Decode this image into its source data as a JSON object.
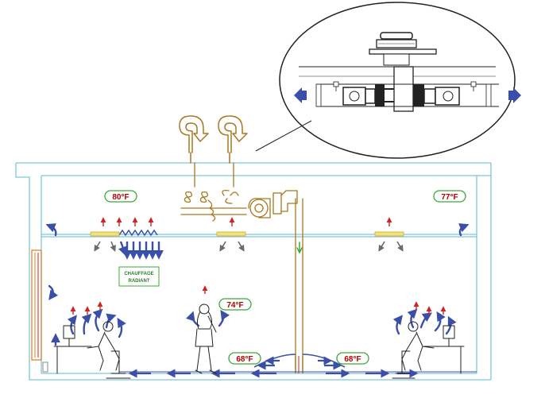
{
  "temperatures": {
    "ceiling_left": "80°F",
    "ceiling_right": "77°F",
    "occupant_standing": "74°F",
    "floor_left": "68°F",
    "floor_right": "68°F"
  },
  "radiant_panel": {
    "line1": "CHAUFFAGE",
    "line2": "RADIANT"
  },
  "colors": {
    "room_outline": "#7ec8d8",
    "duct": "#a8781e",
    "supply_air": "#3a4fa8",
    "warm_air": "#d42020",
    "exhaust_air": "#555555",
    "temp_border": "#3aa83a",
    "radiant_heater": "#e07a20",
    "diffuser": "#f2e07a"
  },
  "icons": {
    "supply": "blue-arrow-icon",
    "heat": "red-arrow-icon",
    "exhaust": "gray-arrow-icon"
  }
}
